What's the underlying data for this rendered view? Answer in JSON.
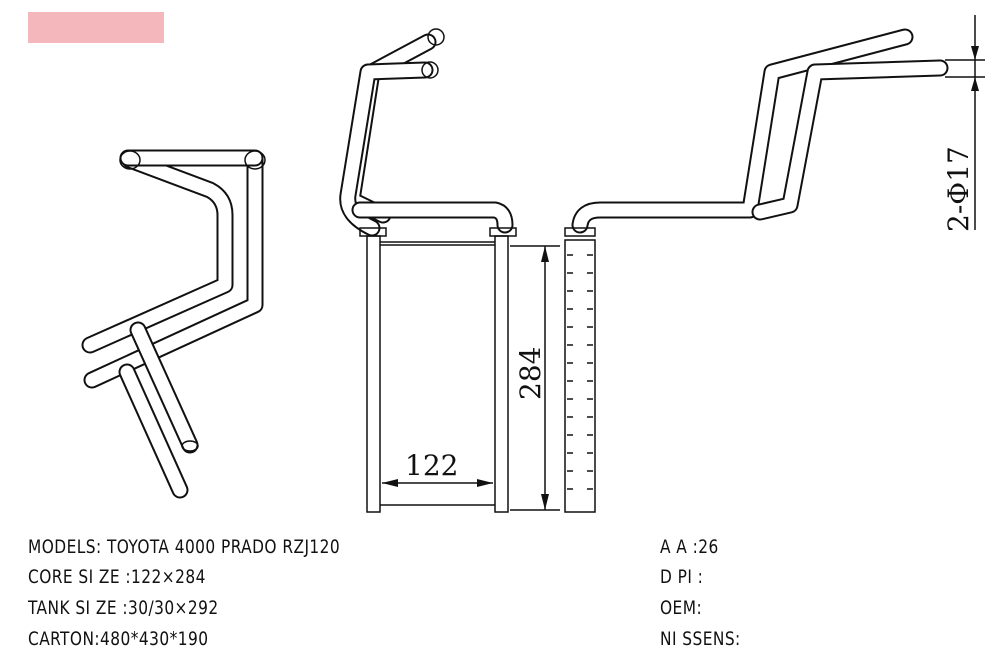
{
  "label_color": "#f4b8bc",
  "dimensions": {
    "height": "284",
    "width": "122",
    "pipe": "2-Φ17"
  },
  "specs_left": [
    "MODELS: TOYOTA 4000 PRADO RZJ120",
    "CORE SI ZE :122×284",
    "TANK SI ZE :30/30×292",
    "CARTON:480*430*190"
  ],
  "specs_right": [
    "A A :26",
    "D PI :",
    "OEM:",
    "NI SSENS:"
  ]
}
